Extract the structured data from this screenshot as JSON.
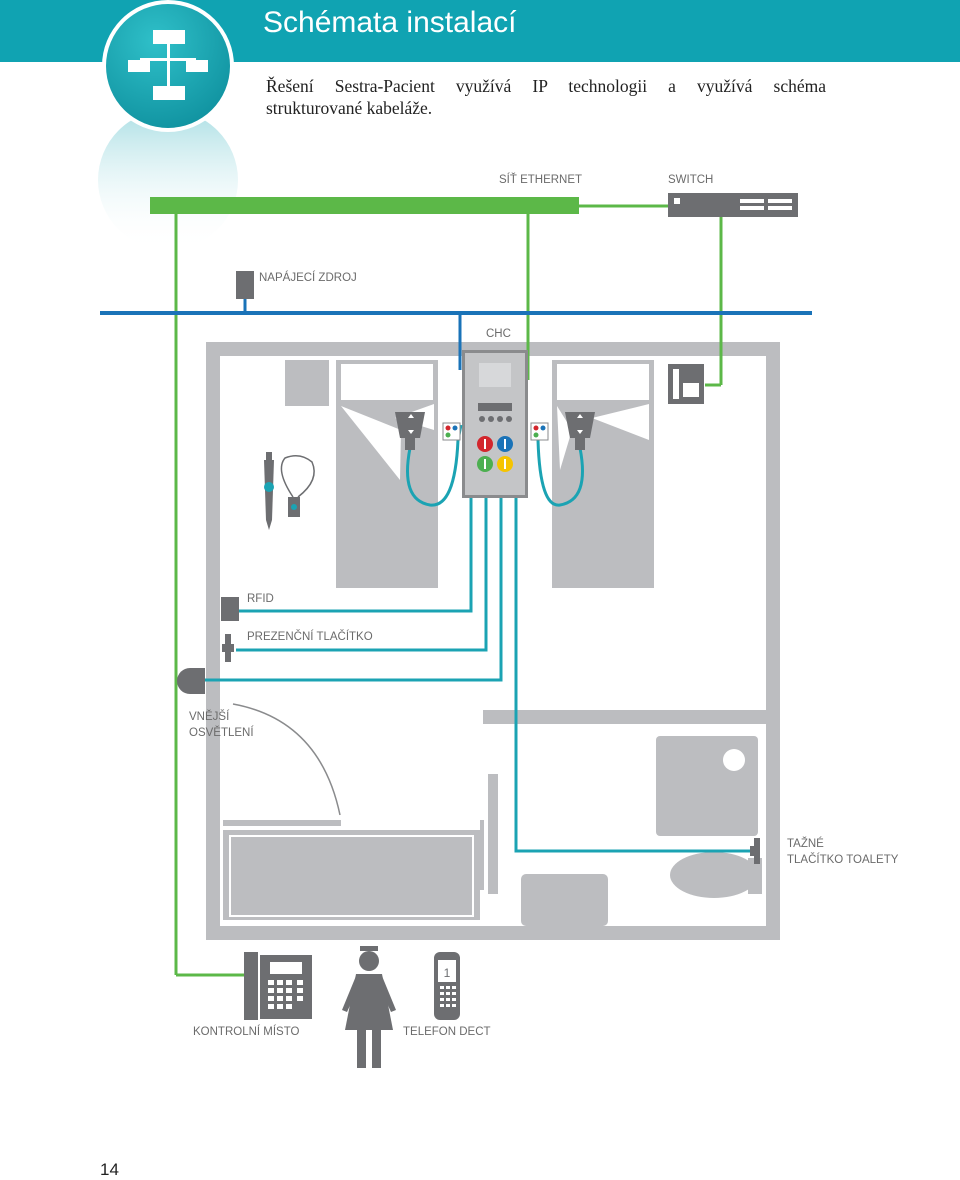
{
  "header": {
    "title": "Schémata instalací",
    "accent_color": "#10a3b2",
    "icon": "hierarchy-icon"
  },
  "intro": {
    "line1": "Řešení Sestra-Pacient využívá IP technologii a využívá schéma",
    "line2": "strukturované kabeláže."
  },
  "labels": {
    "ethernet": "SÍŤ ETHERNET",
    "switch": "SWITCH",
    "power": "NAPÁJECÍ ZDROJ",
    "chc": "CHC",
    "rfid": "RFID",
    "presence": "PREZENČNÍ TLAČÍTKO",
    "outdoor_light_1": "VNĚJŠÍ",
    "outdoor_light_2": "OSVĚTLENÍ",
    "pull_1": "TAŽNÉ",
    "pull_2": "TLAČÍTKO TOALETY",
    "control": "KONTROLNÍ MÍSTO",
    "dect": "TELEFON DECT",
    "dect_screen": "1"
  },
  "colors": {
    "ethernet_line": "#5cb848",
    "power_line": "#1a73b8",
    "signal_line": "#1ba3b3",
    "device_gray": "#6d6e71",
    "room_gray": "#bcbdc0"
  },
  "page_number": "14"
}
